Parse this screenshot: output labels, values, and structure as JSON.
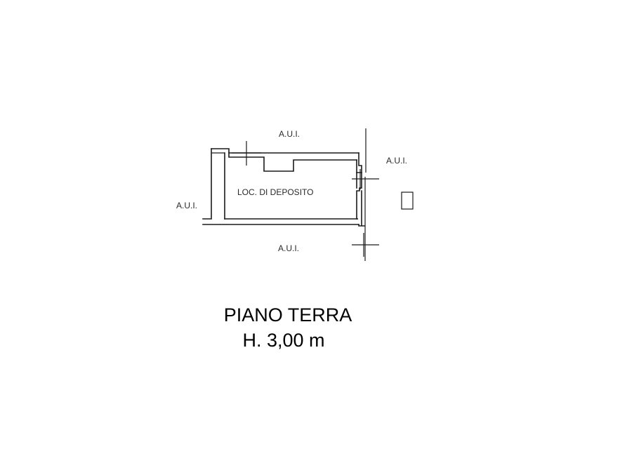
{
  "plan": {
    "room_label": "LOC. DI DEPOSITO",
    "adjacent_label_top": "A.U.I.",
    "adjacent_label_right": "A.U.I.",
    "adjacent_label_left": "A.U.I.",
    "adjacent_label_bottom": "A.U.I."
  },
  "caption": {
    "floor_name": "PIANO TERRA",
    "height": "H. 3,00 m"
  },
  "colors": {
    "lines": "#1a1a1a",
    "background": "#ffffff"
  }
}
